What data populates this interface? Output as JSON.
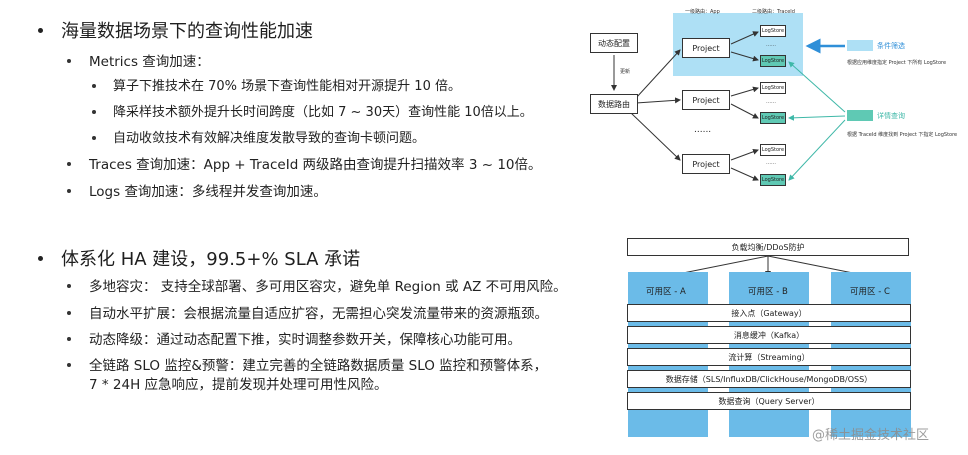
{
  "section1": {
    "title": "海量数据场景下的查询性能加速",
    "metrics_title": "Metrics 查询加速：",
    "metrics_items": [
      "算子下推技术在 70% 场景下查询性能相对开源提升 10 倍。",
      "降采样技术额外提升长时间跨度（比如 7 ~ 30天）查询性能 10倍以上。",
      "自动收敛技术有效解决维度发散导致的查询卡顿问题。"
    ],
    "traces": "Traces 查询加速：App + TraceId 两级路由查询提升扫描效率 3 ~ 10倍。",
    "logs": "Logs 查询加速：多线程并发查询加速。"
  },
  "section2": {
    "title": "体系化 HA 建设，99.5+% SLA 承诺",
    "items": [
      "多地容灾： 支持全球部署、多可用区容灾，避免单 Region 或 AZ 不可用风险。",
      "自动水平扩展：会根据流量自适应扩容，无需担心突发流量带来的资源瓶颈。",
      "动态降级：通过动态配置下推，实时调整参数开关，保障核心功能可用。",
      "全链路 SLO 监控&预警：建立完善的全链路数据质量 SLO 监控和预警体系，",
      "7 * 24H 应急响应，提前发现并处理可用性风险。"
    ]
  },
  "routing_diagram": {
    "header_first": "一级路由：App",
    "header_second": "二级路由：TraceId",
    "dynamic_config": "动态配置",
    "update": "更新",
    "data_router": "数据路由",
    "project": "Project",
    "logstore": "LogStore",
    "dots_small": "……",
    "dots_mid": "......",
    "dots_large": "……",
    "condition_filter": "条件筛选",
    "condition_desc": "根据应用维度指定 Project 下所有 LogStore",
    "detail_query": "详情查询",
    "detail_desc": "根据 TraceId 维度找到 Project 下指定 LogStore",
    "colors": {
      "highlight": "#aee0f5",
      "green": "#5fc9b4",
      "blue": "#2f8fd8",
      "teal": "#3fb8a8"
    }
  },
  "ha_diagram": {
    "load_balancer": "负载均衡/DDoS防护",
    "zones": [
      "可用区 - A",
      "可用区 - B",
      "可用区 - C"
    ],
    "layers": [
      "接入点（Gateway）",
      "消息缓冲（Kafka）",
      "流计算（Streaming）",
      "数据存储（SLS/InfluxDB/ClickHouse/MongoDB/OSS）",
      "数据查询（Query Server）"
    ],
    "colors": {
      "zone": "#6bbbe8"
    }
  },
  "watermark": "@稀土掘金技术社区"
}
